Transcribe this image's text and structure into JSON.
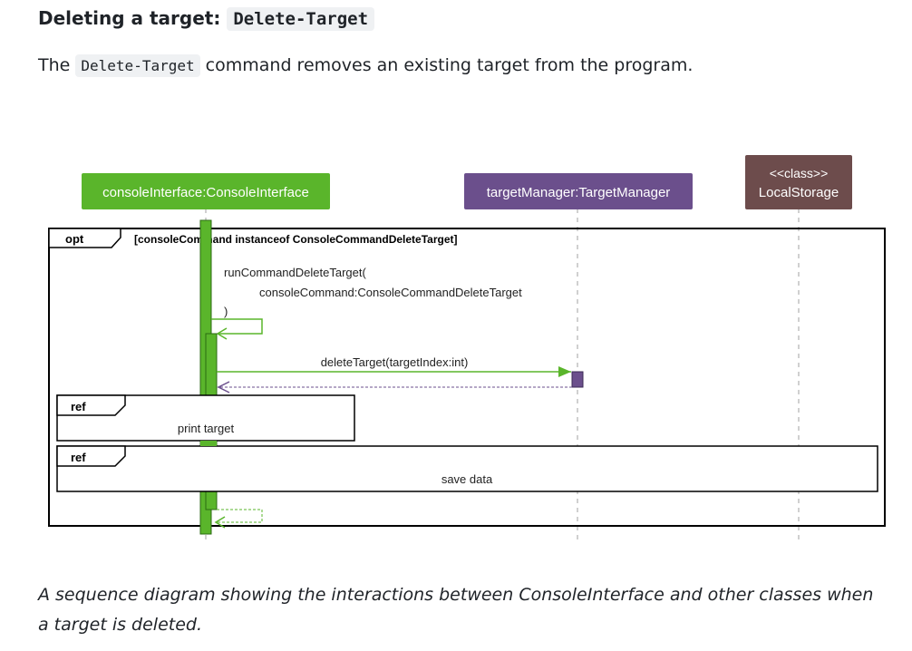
{
  "section": {
    "heading_text": "Deleting a target:",
    "heading_code": "Delete-Target",
    "intro_before": "The",
    "intro_code": "Delete-Target",
    "intro_after": "command removes an existing target from the program."
  },
  "diagram": {
    "participants": [
      {
        "name": "consoleInterface:ConsoleInterface",
        "stereotype": "",
        "color": "#5ab52b"
      },
      {
        "name": "targetManager:TargetManager",
        "stereotype": "",
        "color": "#6b4f8c"
      },
      {
        "name": "LocalStorage",
        "stereotype": "<<class>>",
        "color": "#6d4c4c"
      }
    ],
    "opt_frame": {
      "keyword": "opt",
      "guard": "[consoleCommand instanceof ConsoleCommandDeleteTarget]"
    },
    "messages": {
      "self_call_line1": "runCommandDeleteTarget(",
      "self_call_line2": "consoleCommand:ConsoleCommandDeleteTarget",
      "self_call_line3": ")",
      "delete_call": "deleteTarget(targetIndex:int)"
    },
    "refs": [
      {
        "keyword": "ref",
        "text": "print target"
      },
      {
        "keyword": "ref",
        "text": "save data"
      }
    ]
  },
  "caption": "A sequence diagram showing the interactions between ConsoleInterface and other classes when a target is deleted."
}
